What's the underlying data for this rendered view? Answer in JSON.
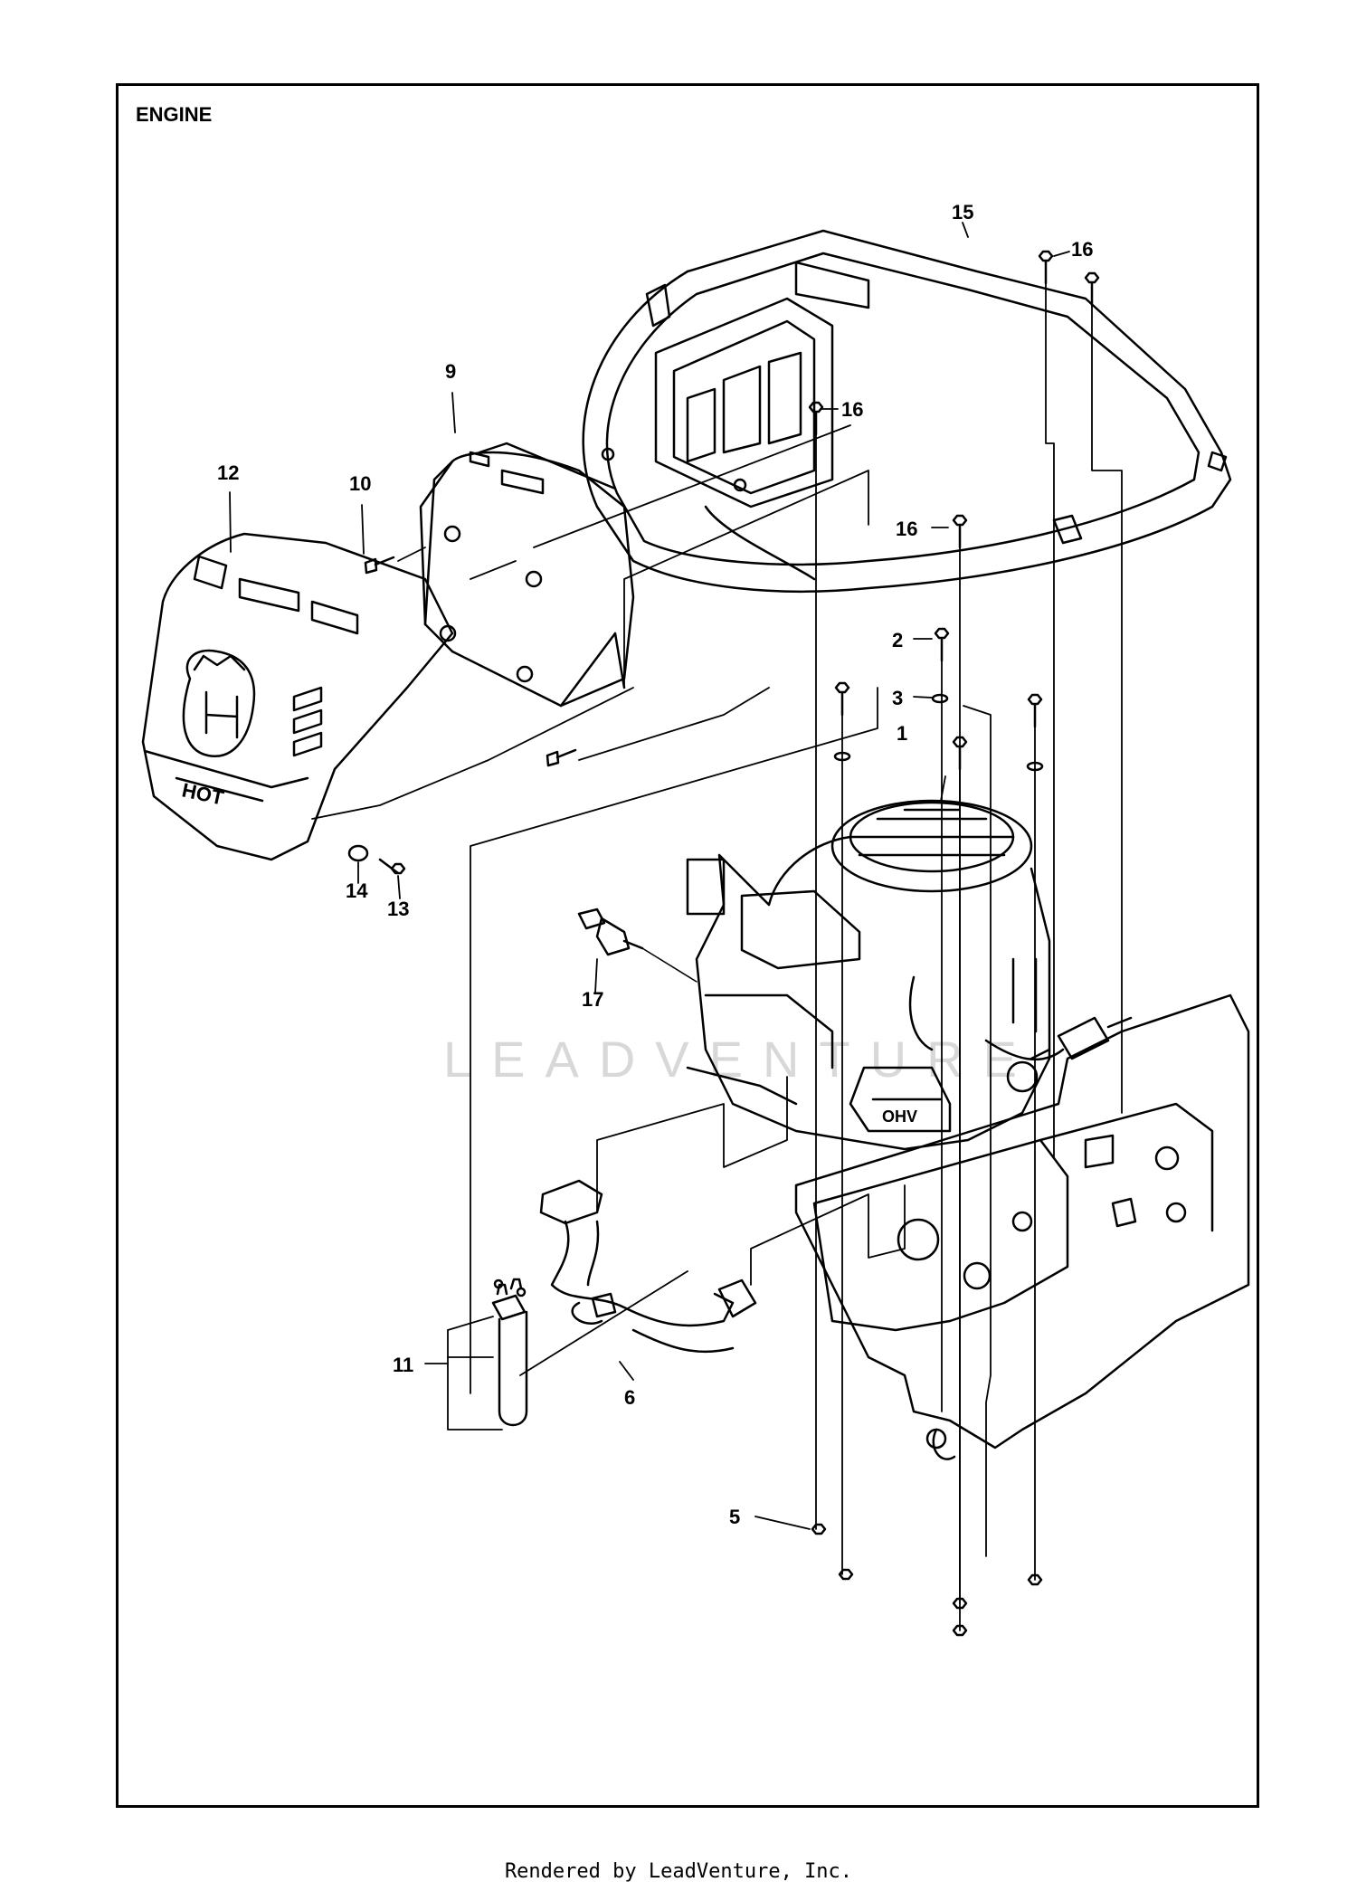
{
  "diagram": {
    "title": "ENGINE",
    "watermark": "LEADVENTURE",
    "labels": {
      "c1": "1",
      "c2": "2",
      "c3": "3",
      "c5": "5",
      "c6": "6",
      "c9": "9",
      "c10": "10",
      "c11": "11",
      "c12": "12",
      "c13": "13",
      "c14": "14",
      "c15": "15",
      "c16a": "16",
      "c16b": "16",
      "c16c": "16",
      "c17": "17"
    },
    "cover_badge": "HOT",
    "engine_badge": "OHV"
  },
  "footer": "Rendered by LeadVenture, Inc."
}
